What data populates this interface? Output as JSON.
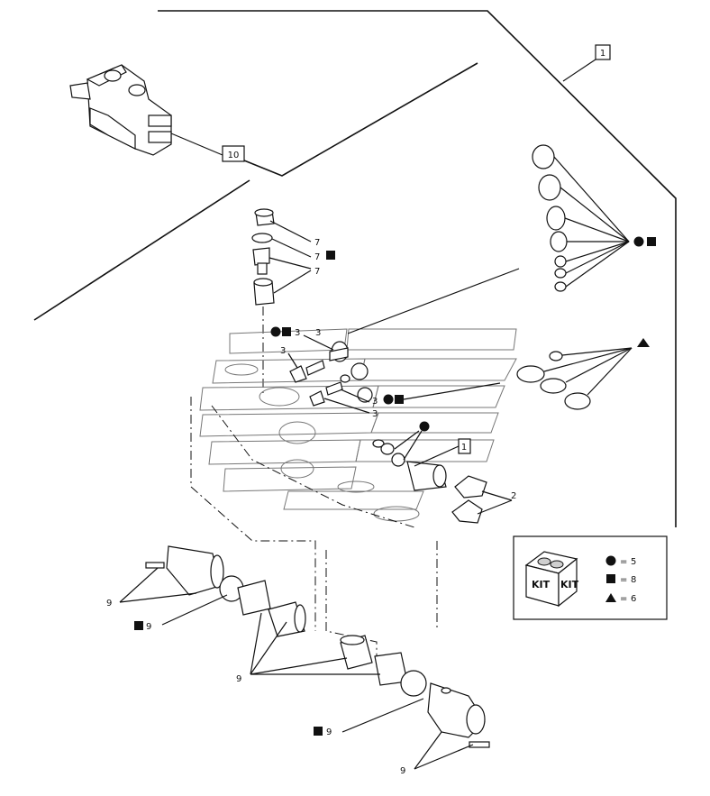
{
  "callouts": {
    "c1": "7",
    "c2": "7",
    "c3": "7",
    "c4": "3",
    "c5": "3",
    "c6": "3",
    "c7": "3",
    "c8": "3",
    "c9": "2",
    "c10": "9",
    "c11": "9",
    "c12": "9",
    "c13": "9",
    "c14": "9"
  },
  "boxed_refs": {
    "b1": "1",
    "b2": "10",
    "b3": "1"
  },
  "kit_legend": {
    "label_left": "KIT",
    "label_right": "KIT",
    "rows": [
      {
        "symbol": "circle",
        "eq": "=",
        "value": "5"
      },
      {
        "symbol": "square",
        "eq": "=",
        "value": "8"
      },
      {
        "symbol": "triangle",
        "eq": "=",
        "value": "6"
      }
    ]
  }
}
